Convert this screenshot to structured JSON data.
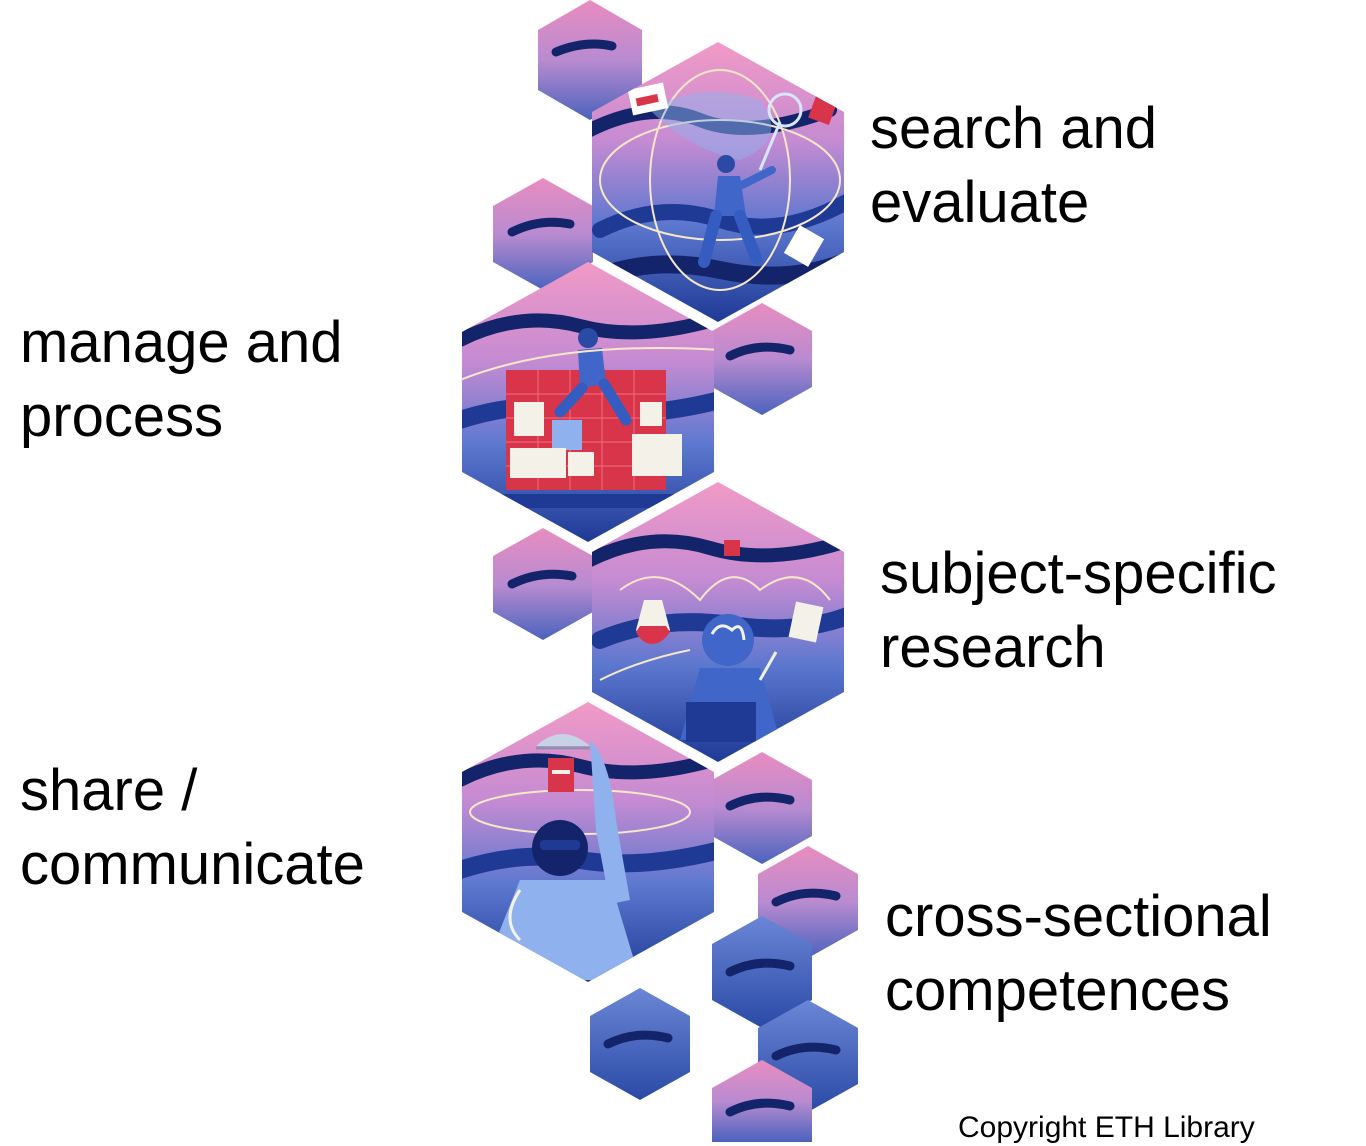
{
  "competences": [
    {
      "id": "search",
      "line1": "search and",
      "line2": "evaluate"
    },
    {
      "id": "manage",
      "line1": "manage and",
      "line2": "process"
    },
    {
      "id": "subject",
      "line1": "subject-specific",
      "line2": "research"
    },
    {
      "id": "share",
      "line1": "share /",
      "line2": "communicate"
    },
    {
      "id": "cross",
      "line1": "cross-sectional",
      "line2": "competences"
    }
  ],
  "copyright": "Copyright ETH Library",
  "colors": {
    "pink": "#e98cc0",
    "lavender": "#b98bd0",
    "blue": "#3b5fb8",
    "navy": "#14246b",
    "accent_red": "#d8344a"
  }
}
